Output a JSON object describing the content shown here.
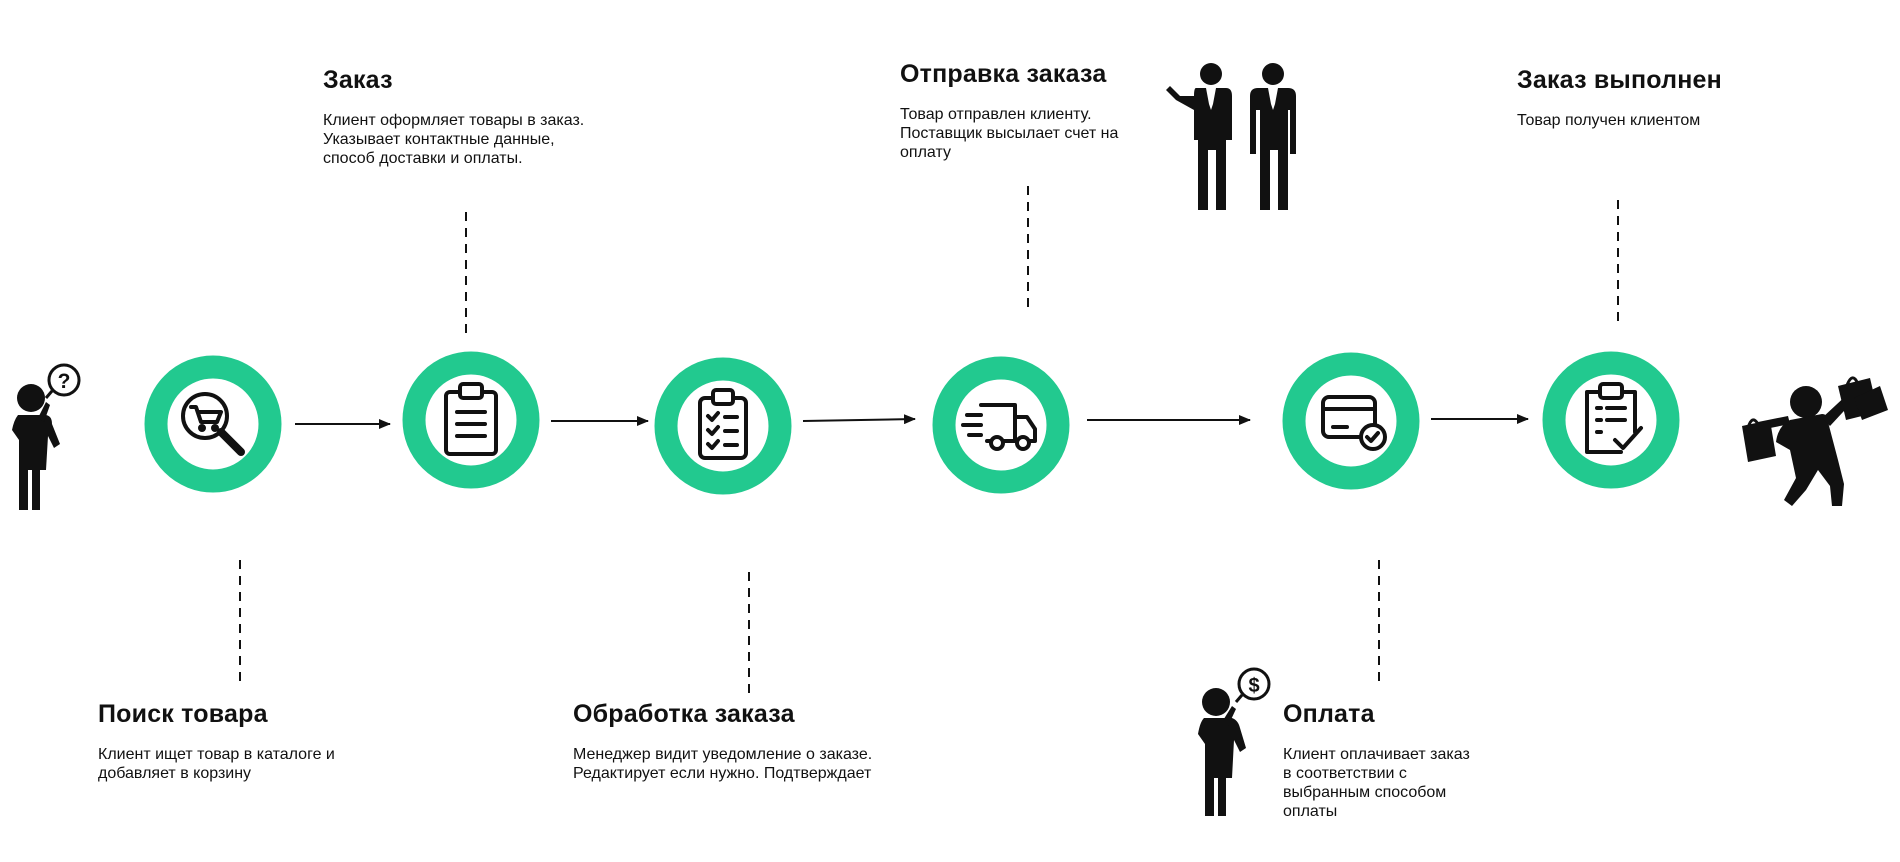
{
  "colors": {
    "ring": "#22c98f",
    "line": "#111111",
    "text": "#111111"
  },
  "steps": [
    {
      "id": "search",
      "title": "Поиск товара",
      "description": "Клиент ищет товар в каталоге и\nдобавляет в корзину",
      "icon": "cart-magnifier-icon"
    },
    {
      "id": "order",
      "title": "Заказ",
      "description": "Клиент оформляет товары в заказ.\nУказывает контактные данные,\nспособ доставки и оплаты.",
      "icon": "clipboard-icon"
    },
    {
      "id": "processing",
      "title": "Обработка заказа",
      "description": "Менеджер видит уведомление о заказе.\nРедактирует если нужно. Подтверждает",
      "icon": "checklist-icon"
    },
    {
      "id": "shipping",
      "title": "Отправка заказа",
      "description": "Товар отправлен клиенту.\nПоставщик высылает счет на\nоплату",
      "icon": "delivery-truck-icon"
    },
    {
      "id": "payment",
      "title": "Оплата",
      "description": "Клиент оплачивает заказ\nв соответствии с\nвыбранным способом\nоплаты",
      "icon": "credit-card-check-icon"
    },
    {
      "id": "done",
      "title": "Заказ выполнен",
      "description": "Товар получен клиентом",
      "icon": "clipboard-check-icon"
    }
  ],
  "figures": {
    "start": "thinking-person-question-icon",
    "supplier": "two-businessmen-icon",
    "payer": "thinking-person-dollar-icon",
    "end": "happy-shopper-icon"
  }
}
